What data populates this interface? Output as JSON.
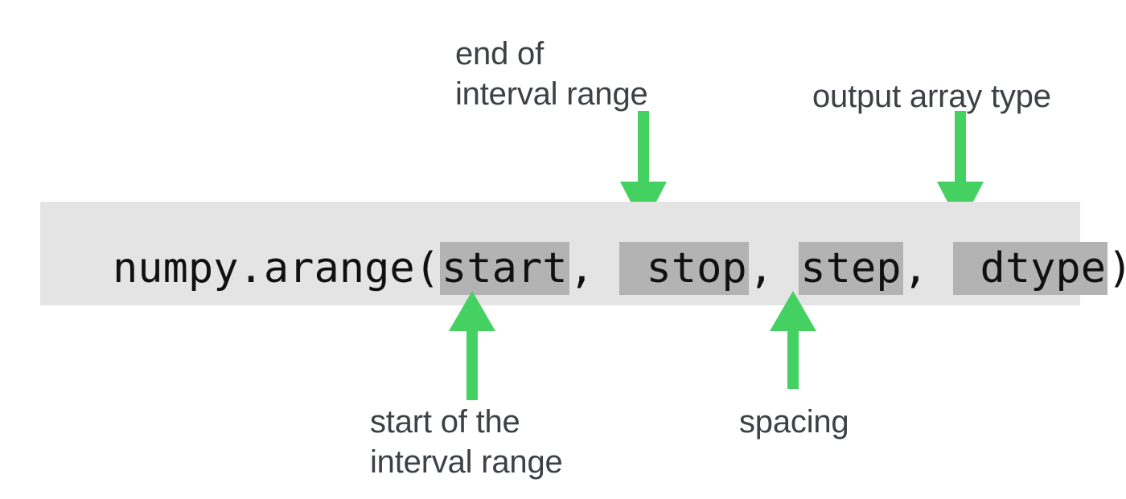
{
  "colors": {
    "background": "#ffffff",
    "code_band_bg": "#e4e4e4",
    "param_highlight_bg": "#b3b3b3",
    "arrow_green": "#45d162",
    "label_text": "#3d4044",
    "code_text": "#111111"
  },
  "code": {
    "module": "numpy.arange(",
    "param_start": "start",
    "sep_1": ", ",
    "param_stop": " stop",
    "sep_2": ", ",
    "param_step": "step",
    "sep_3": ", ",
    "param_dtype": " dtype",
    "closing": ")",
    "full_signature": "numpy.arange(start, stop, step, dtype)"
  },
  "annotations": {
    "stop": {
      "text": "end of\ninterval range",
      "target_param": "stop",
      "arrow_direction": "down",
      "position": "above"
    },
    "dtype": {
      "text": "output array type",
      "target_param": "dtype",
      "arrow_direction": "down",
      "position": "above"
    },
    "start": {
      "text": "start of the\ninterval range",
      "target_param": "start",
      "arrow_direction": "up",
      "position": "below"
    },
    "step": {
      "text": "spacing",
      "target_param": "step",
      "arrow_direction": "up",
      "position": "below"
    }
  },
  "icons": {
    "arrow_down": "arrow-down-icon",
    "arrow_up": "arrow-up-icon"
  }
}
